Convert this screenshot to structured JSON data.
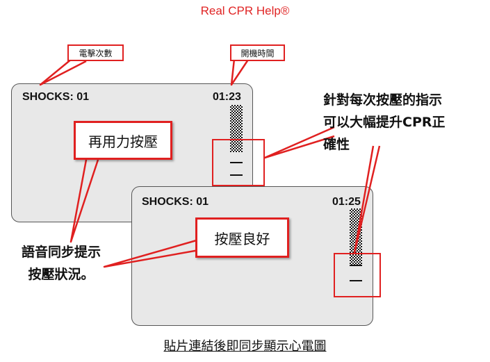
{
  "header": {
    "brand": "Real CPR Help®"
  },
  "labels": {
    "shock_count": "電擊次數",
    "power_on_time": "開機時間"
  },
  "screen1": {
    "shocks": "SHOCKS: 01",
    "time": "01:23",
    "message": "再用力按壓"
  },
  "screen2": {
    "shocks": "SHOCKS: 01",
    "time": "01:25",
    "message": "按壓良好"
  },
  "notes": {
    "right_line1": "針對每次按壓的指示",
    "right_line2": "可以大幅提升CPR正",
    "right_line3": "確性",
    "left_line1": "語音同步提示",
    "left_line2": "按壓狀況。"
  },
  "caption": "貼片連結後即同步顯示心電圖",
  "colors": {
    "accent_red": "#e02020",
    "screen_bg": "#e8e8e8"
  }
}
